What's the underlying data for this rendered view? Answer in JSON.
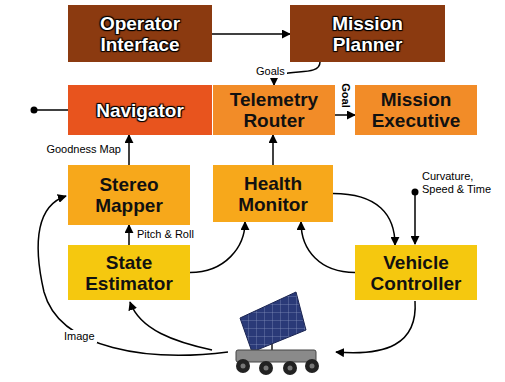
{
  "diagram": {
    "nodes": [
      {
        "text": [
          "Operator Interface"
        ]
      },
      {
        "text": [
          "Mission Planner"
        ]
      },
      {
        "text": [
          "Navigator"
        ]
      },
      {
        "text": [
          "Telemetry Router"
        ]
      },
      {
        "text": [
          "Mission Executive"
        ]
      },
      {
        "text": [
          "Stereo Mapper"
        ]
      },
      {
        "text": [
          "Health Monitor"
        ]
      },
      {
        "text": [
          "State Estimator"
        ]
      },
      {
        "text": [
          "Vehicle Controller"
        ]
      }
    ],
    "edges": [
      {
        "from": 0,
        "to": 1,
        "arrow": "to"
      },
      {
        "from": 1,
        "to": 3,
        "label": "Goals",
        "arrow": "to"
      },
      {
        "from": 3,
        "to": 4,
        "label": "Goal",
        "arrow": "to"
      },
      {
        "from": 5,
        "to": 2,
        "label": "Goodness Map",
        "arrow": "to"
      },
      {
        "from": 6,
        "to": 3,
        "arrow": "to"
      },
      {
        "from": 7,
        "to": 5,
        "label": "Pitch & Roll",
        "arrow": "to"
      },
      {
        "from": 7,
        "to": 6,
        "arrow": "to"
      },
      {
        "from": 6,
        "to": 8,
        "arrow": "to"
      },
      {
        "from": 8,
        "to": 6,
        "arrow": "to"
      }
    ],
    "labels": [
      "Curvature, Speed & Time",
      "Image"
    ]
  }
}
